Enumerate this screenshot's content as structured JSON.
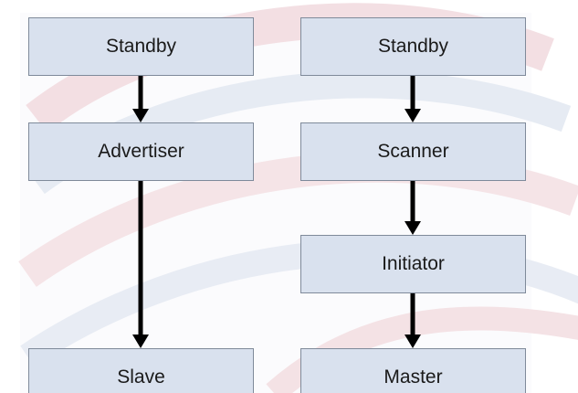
{
  "diagram": {
    "left_flow": {
      "states": [
        "Standby",
        "Advertiser",
        "Slave"
      ]
    },
    "right_flow": {
      "states": [
        "Standby",
        "Scanner",
        "Initiator",
        "Master"
      ]
    }
  },
  "colors": {
    "node_fill": "#d9e1ee",
    "node_border": "#7f8a9a",
    "arrow": "#000000",
    "watermark_red": "#f3dfe3",
    "watermark_blue": "#e4e9f2"
  }
}
